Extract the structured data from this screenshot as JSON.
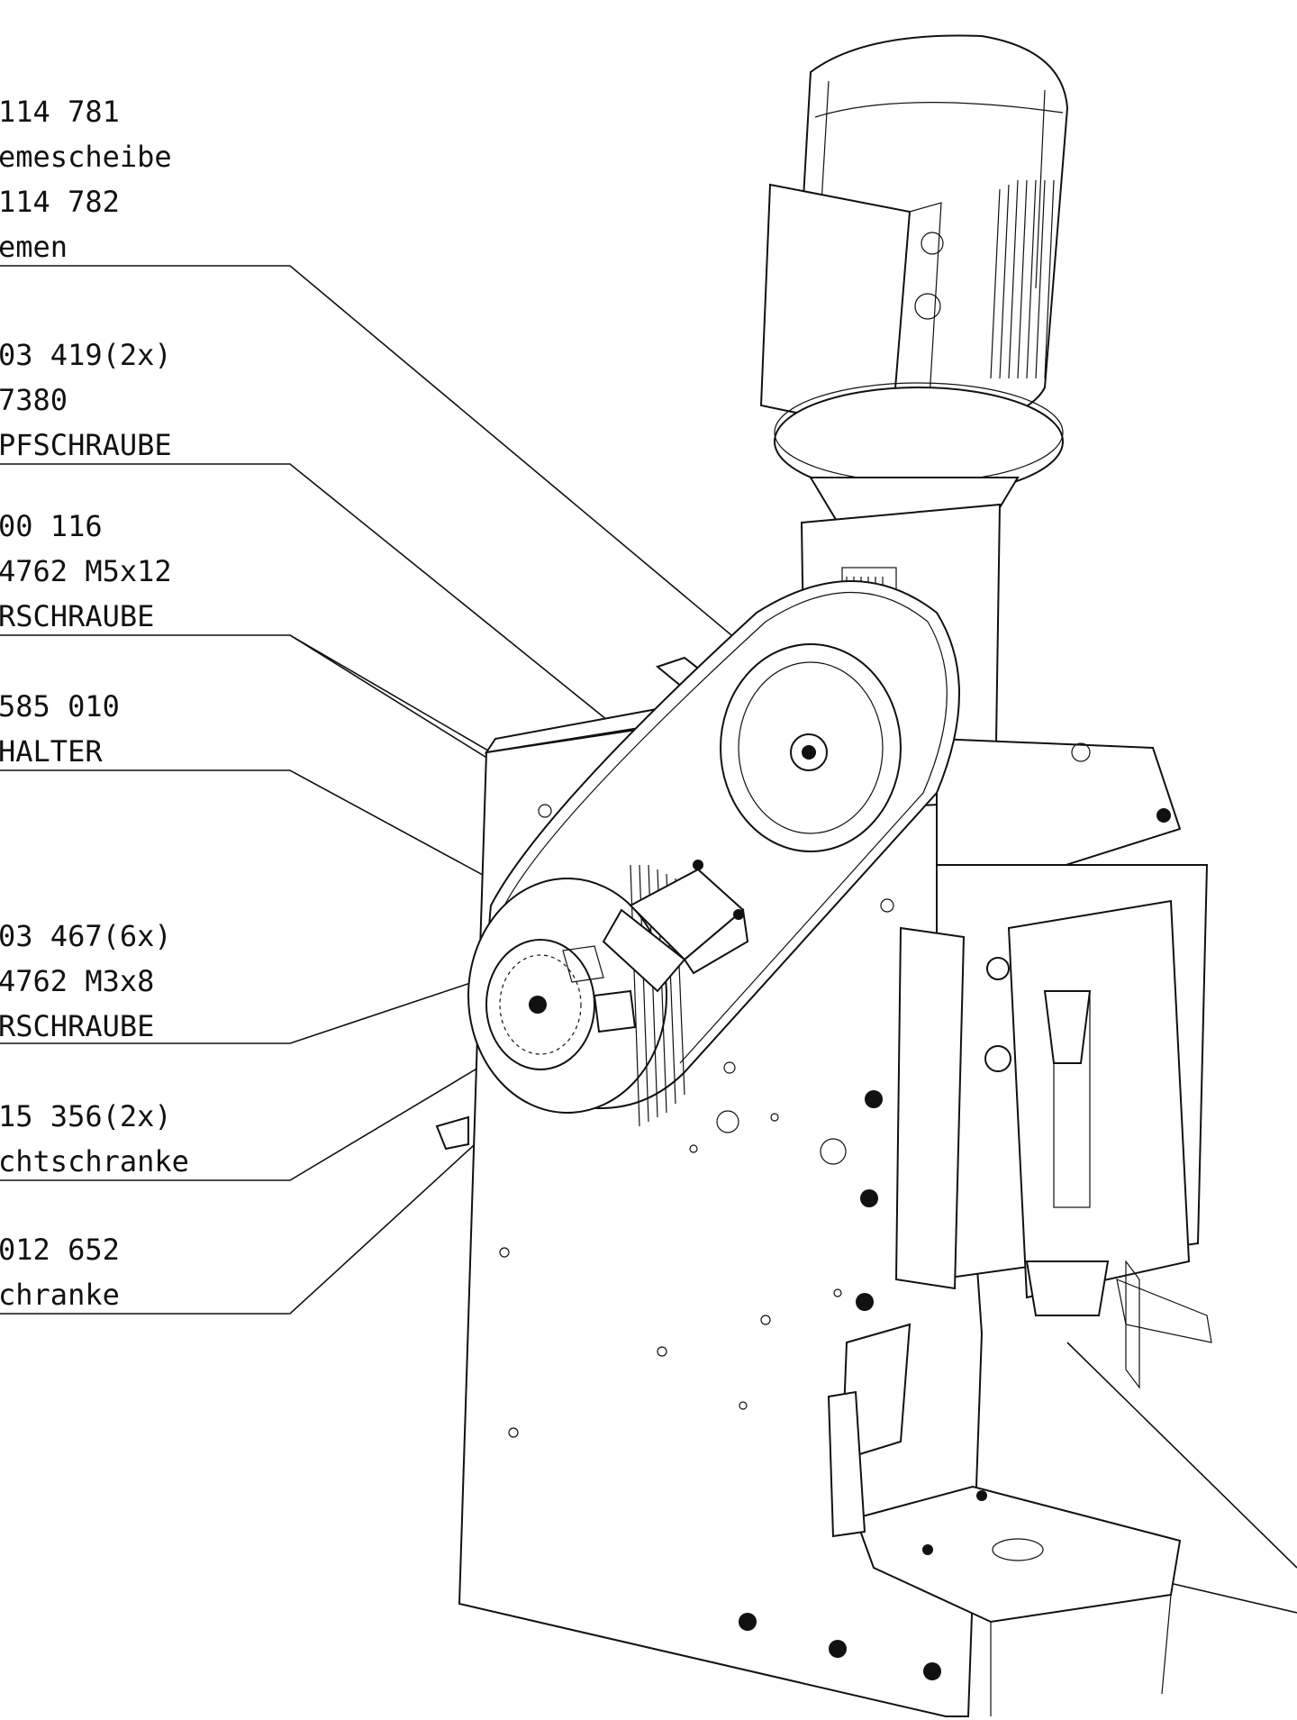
{
  "callouts": [
    {
      "lines": [
        "114 781",
        "emescheibe",
        "114 782",
        "emen"
      ]
    },
    {
      "lines": [
        "03 419(2x)",
        " 7380",
        "PFSCHRAUBE"
      ]
    },
    {
      "lines": [
        "00 116",
        " 4762 M5x12",
        "RSCHRAUBE"
      ]
    },
    {
      "lines": [
        "585 010",
        "HALTER"
      ]
    },
    {
      "lines": [
        "03 467(6x)",
        " 4762 M3x8",
        "RSCHRAUBE"
      ]
    },
    {
      "lines": [
        "15 356(2x)",
        "chtschranke"
      ]
    },
    {
      "lines": [
        "012 652",
        "chranke"
      ]
    }
  ],
  "icons": [
    "motor",
    "gearbox",
    "belt-pulley-large",
    "belt-pulley-small",
    "toothed-belt",
    "sensor-holder",
    "light-barrier",
    "machine-frame",
    "press-ram",
    "base-plate"
  ]
}
